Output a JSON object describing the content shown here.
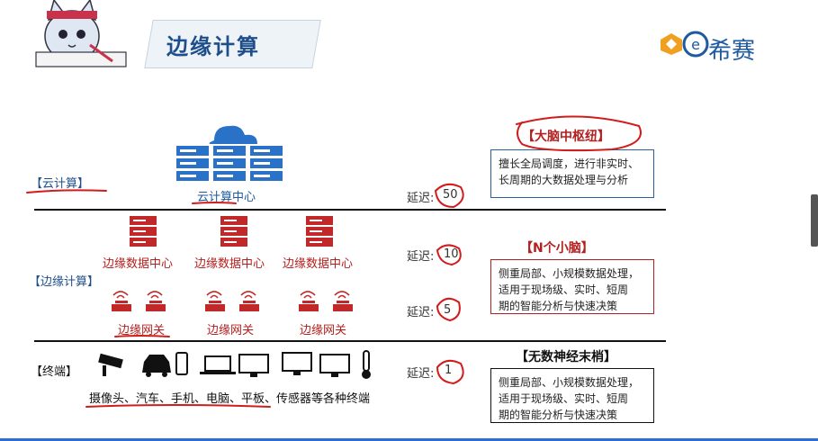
{
  "header": {
    "title": "边缘计算",
    "logo_text": "希赛"
  },
  "cloud": {
    "label": "【云计算】",
    "center": "云计算中心",
    "delay_label": "延迟:",
    "delay_value": "50",
    "heading": "【大脑中枢纽】",
    "desc_line1": "擅长全局调度，进行非实时、",
    "desc_line2": "长周期的大数据处理与分析"
  },
  "edge": {
    "label": "【边缘计算】",
    "centers": [
      "边缘数据中心",
      "边缘数据中心",
      "边缘数据中心"
    ],
    "gateways": [
      "边缘网关",
      "边缘网关",
      "边缘网关"
    ],
    "delay_label_1": "延迟:",
    "delay_value_1": "10",
    "delay_label_2": "延迟:",
    "delay_value_2": "5",
    "heading": "【N个小脑】",
    "desc_line1": "侧重局部、小规模数据处理，",
    "desc_line2": "适用于现场级、实时、短周",
    "desc_line3": "期的智能分析与快速决策"
  },
  "terminal": {
    "label": "【终端】",
    "caption": "摄像头、汽车、手机、电脑、平板、传感器等各种终端",
    "delay_label": "延迟:",
    "delay_value": "1",
    "heading": "【无数神经末梢】",
    "desc_line1": "侧重局部、小规模数据处理，",
    "desc_line2": "适用于现场级、实时、短周",
    "desc_line3": "期的智能分析与快速决策"
  },
  "colors": {
    "blue": "#1e5aa0",
    "red": "#b3201f",
    "annotation": "#d21c1c"
  },
  "icons": [
    "cat-mascot-icon",
    "cloud-icon",
    "server-rack-icon",
    "router-icon",
    "camera-icon",
    "car-icon",
    "phone-icon",
    "laptop-icon",
    "monitor-icon",
    "thermometer-icon"
  ]
}
